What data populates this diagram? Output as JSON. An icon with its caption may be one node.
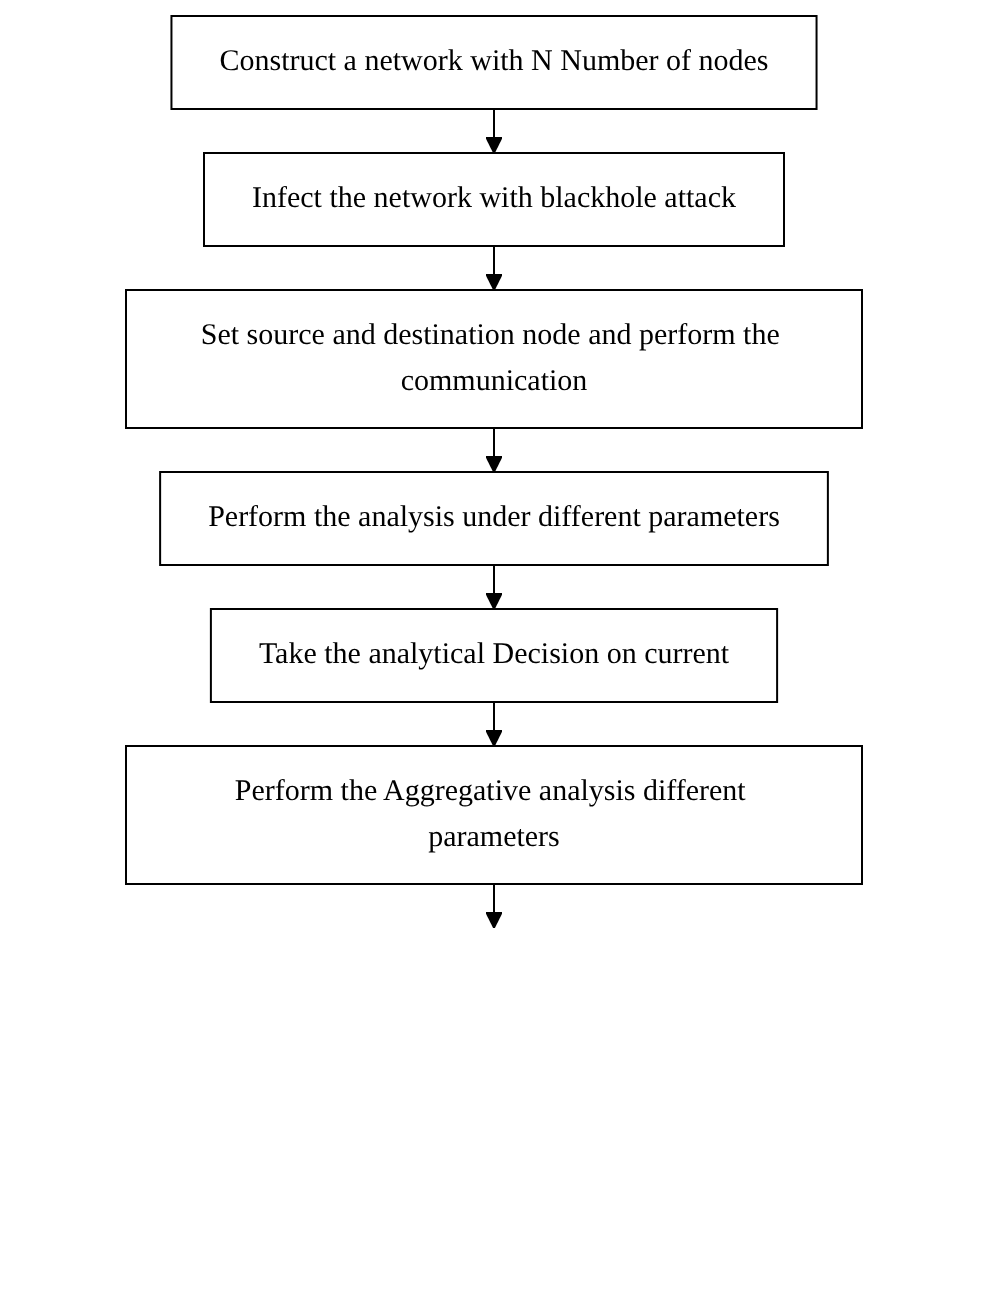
{
  "diagram": {
    "nodes": [
      {
        "text": [
          "Construct a network with N Number of nodes"
        ]
      },
      {
        "text": [
          "Infect the network with blackhole attack"
        ]
      },
      {
        "text": [
          "Set source and destination node and perform the communication"
        ]
      },
      {
        "text": [
          "Perform the analysis under different parameters"
        ]
      },
      {
        "text": [
          "Take the analytical Decision on current"
        ]
      },
      {
        "text": [
          "Perform the Aggregative analysis different parameters"
        ]
      }
    ],
    "edges": [
      {
        "from": 0,
        "to": 1,
        "arrow": "to"
      },
      {
        "from": 1,
        "to": 2,
        "arrow": "to"
      },
      {
        "from": 2,
        "to": 3,
        "arrow": "to"
      },
      {
        "from": 3,
        "to": 4,
        "arrow": "to"
      },
      {
        "from": 4,
        "to": 5,
        "arrow": "to"
      },
      {
        "from": 5,
        "to": null,
        "arrow": "to"
      }
    ]
  }
}
